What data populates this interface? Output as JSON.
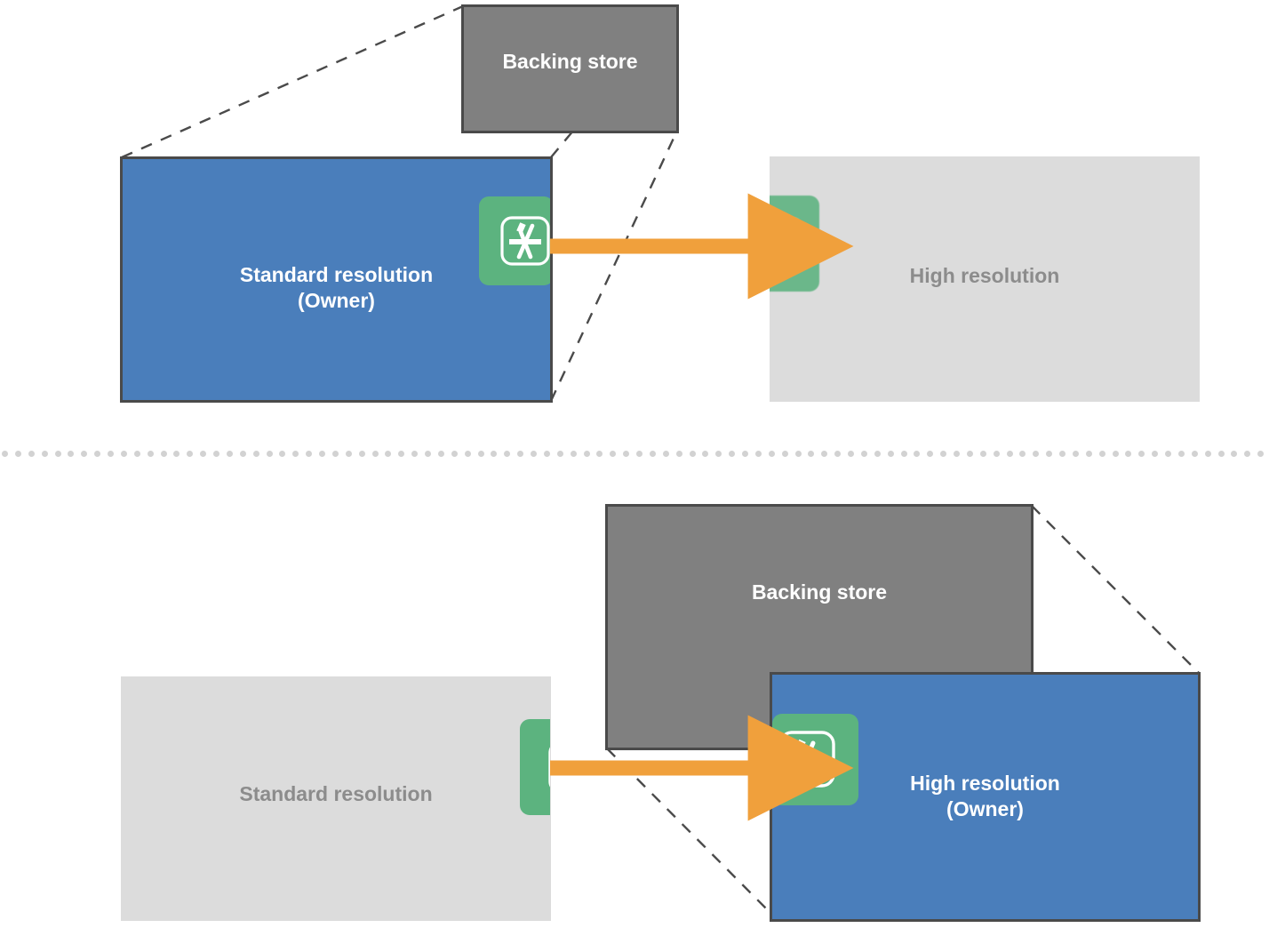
{
  "diagram": {
    "title": "Backing store ownership between standard and high resolution layers",
    "colors": {
      "blue": "#4A7EBB",
      "dark_gray": "#808080",
      "light_gray": "#DCDCDC",
      "green": "#5CB37F",
      "orange": "#F0A03C",
      "border": "#4A4A4A",
      "muted_text": "#8C8C8C",
      "white_text": "#FFFFFF",
      "dot_divider": "#D2D2D2"
    },
    "top_scenario": {
      "backing_store": {
        "label": "Backing store"
      },
      "owner_box": {
        "label": "Standard resolution\n(Owner)"
      },
      "other_box": {
        "label": "High resolution"
      },
      "arrow": {
        "direction": "right",
        "name": "drag-arrow"
      },
      "source_icon": {
        "name": "app-store-icon",
        "state": "solid"
      },
      "target_icon": {
        "name": "app-store-icon",
        "state": "ghost"
      }
    },
    "bottom_scenario": {
      "backing_store": {
        "label": "Backing store"
      },
      "owner_box": {
        "label": "High resolution\n(Owner)"
      },
      "other_box": {
        "label": "Standard resolution"
      },
      "arrow": {
        "direction": "right",
        "name": "drag-arrow"
      },
      "source_icon": {
        "name": "app-store-icon",
        "state": "ghost"
      },
      "target_icon": {
        "name": "app-store-icon",
        "state": "solid"
      }
    },
    "divider": {
      "style": "dotted",
      "dot_count": 96
    }
  }
}
